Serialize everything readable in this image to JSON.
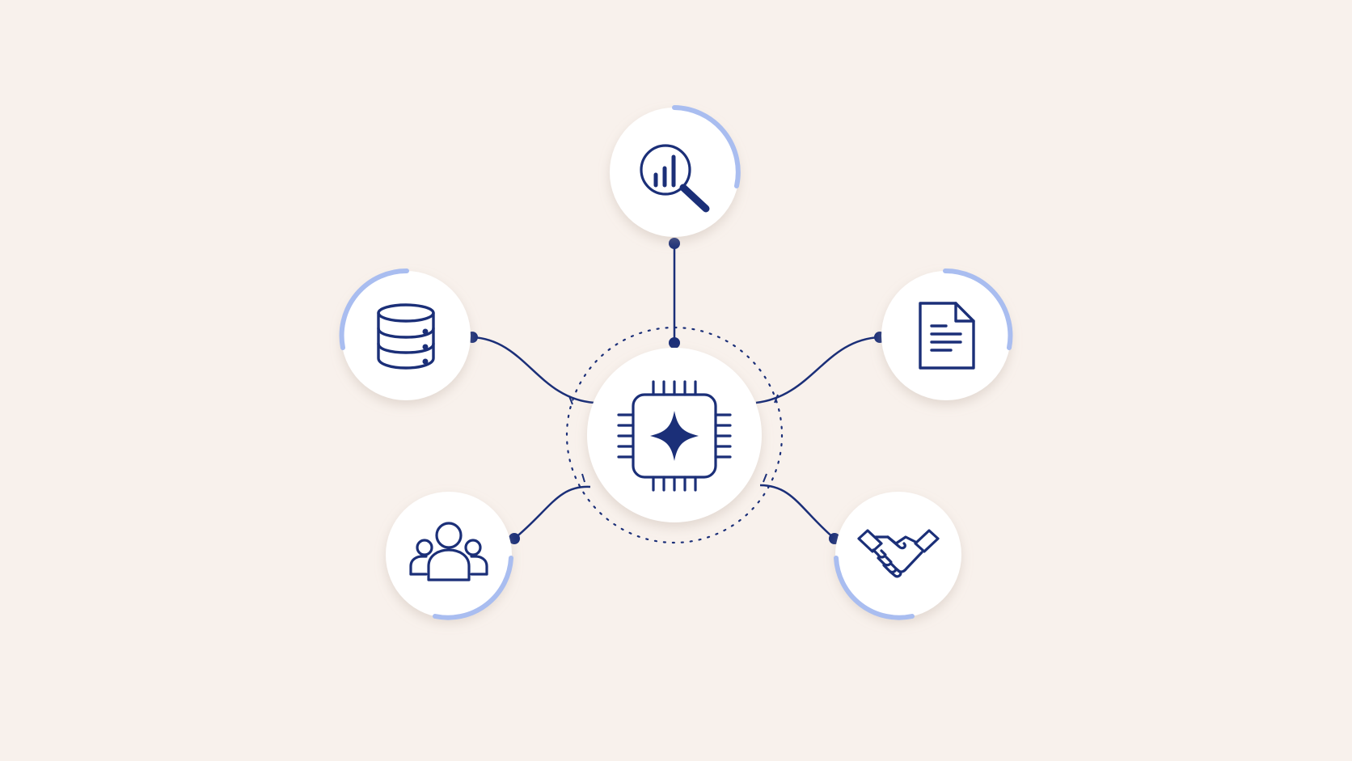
{
  "colors": {
    "background": "#f8f1ec",
    "node_fill": "#ffffff",
    "icon_stroke": "#1b2f78",
    "accent_arc": "#a9bdf0",
    "connector": "#1b2f78"
  },
  "center_node": {
    "icon": "ai-chip-sparkle-icon"
  },
  "satellite_nodes": [
    {
      "id": "analytics",
      "icon": "magnifier-bar-chart-icon"
    },
    {
      "id": "database",
      "icon": "database-icon"
    },
    {
      "id": "document",
      "icon": "document-icon"
    },
    {
      "id": "team",
      "icon": "people-group-icon"
    },
    {
      "id": "partnership",
      "icon": "handshake-icon"
    }
  ]
}
